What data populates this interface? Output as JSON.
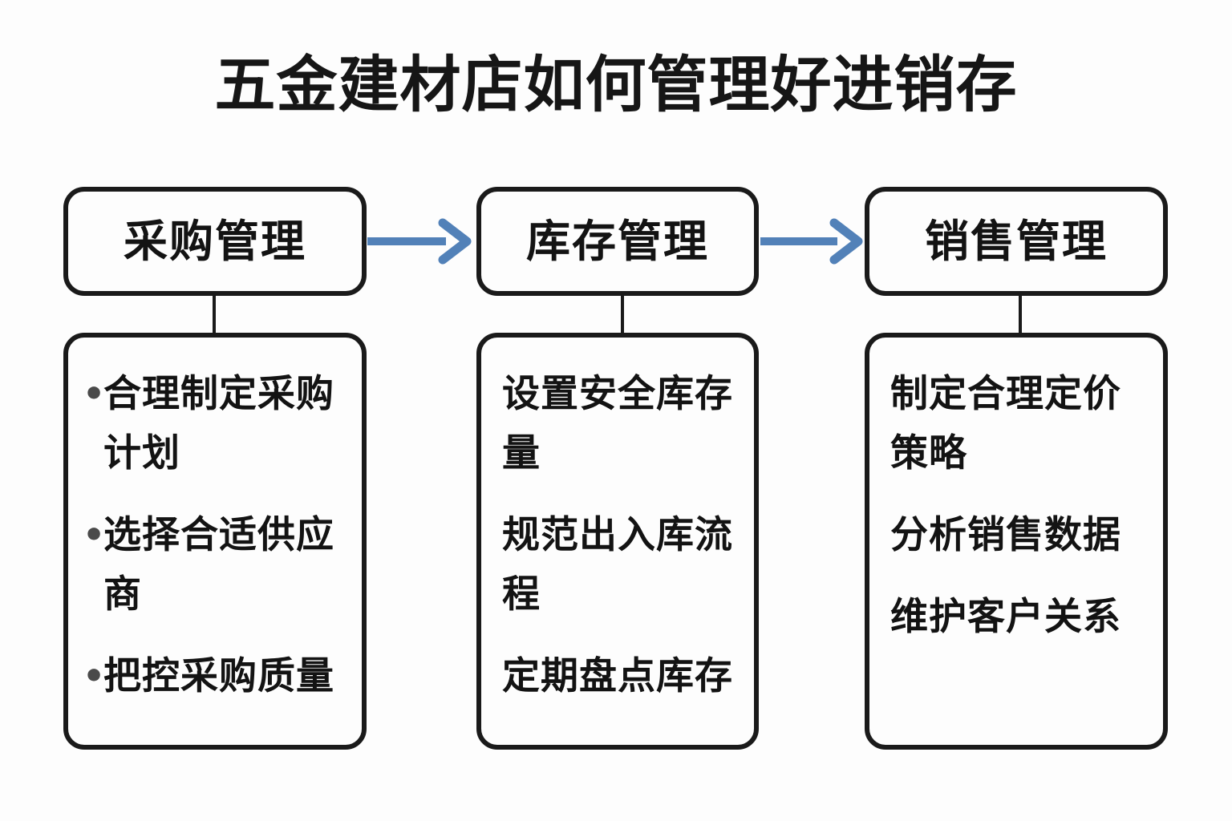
{
  "page": {
    "title": "五金建材店如何管理好进销存",
    "background_color": "#fdfdfd",
    "text_color": "#131313",
    "arrow_color": "#5281b8",
    "border_color": "#1a1a1a"
  },
  "diagram": {
    "type": "flowchart",
    "orientation": "horizontal",
    "columns": [
      {
        "header": "采购管理",
        "bullet_marker": "•",
        "show_bullets": true,
        "items": [
          "合理制定采购计划",
          "选择合适供应商",
          "把控采购质量"
        ]
      },
      {
        "header": "库存管理",
        "bullet_marker": "",
        "show_bullets": false,
        "items": [
          "设置安全库存量",
          "规范出入库流程",
          "定期盘点库存"
        ]
      },
      {
        "header": "销售管理",
        "bullet_marker": "",
        "show_bullets": false,
        "items": [
          "制定合理定价策略",
          "分析销售数据",
          "维护客户关系"
        ]
      }
    ],
    "arrows": [
      {
        "from": "采购管理",
        "to": "库存管理",
        "direction": "right"
      },
      {
        "from": "库存管理",
        "to": "销售管理",
        "direction": "right"
      }
    ]
  }
}
